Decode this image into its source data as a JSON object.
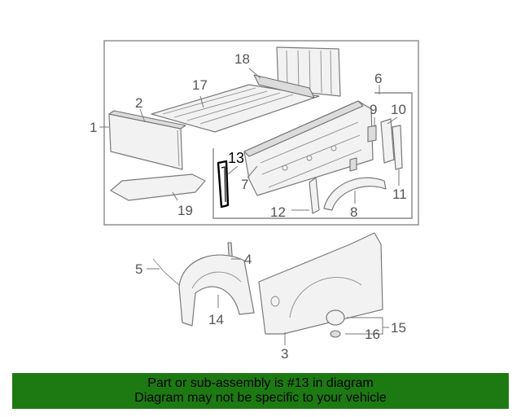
{
  "diagram": {
    "callouts": {
      "c1": "1",
      "c2": "2",
      "c3": "3",
      "c4": "4",
      "c5": "5",
      "c6": "6",
      "c7": "7",
      "c8": "8",
      "c9": "9",
      "c10": "10",
      "c11": "11",
      "c12": "12",
      "c13": "13",
      "c14": "14",
      "c15": "15",
      "c16": "16",
      "c17": "17",
      "c18": "18",
      "c19": "19"
    },
    "highlighted_part": "13",
    "colors": {
      "highlight": "#000000",
      "line": "#7a7a7a",
      "banner": "#1d7a12"
    }
  },
  "banner": {
    "line1": "Part or sub-assembly is #13 in diagram",
    "line2": "Diagram may not be specific to your vehicle"
  }
}
